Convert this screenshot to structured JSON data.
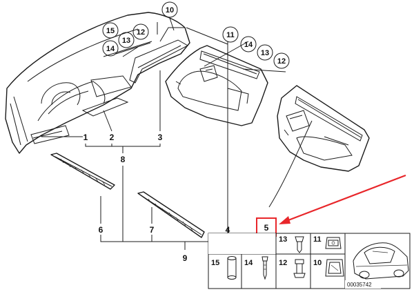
{
  "diagram_id": "00035742",
  "callouts": {
    "c1": "1",
    "c2": "2",
    "c3": "3",
    "c4": "4",
    "c5": "5",
    "c6": "6",
    "c7": "7",
    "c8": "8",
    "c9": "9",
    "top10": "10",
    "dash15": "15",
    "dash12": "12",
    "dash14": "14",
    "dash13": "13",
    "door11": "11",
    "door14": "14",
    "door13": "13",
    "door12": "12"
  },
  "table": {
    "cells": [
      {
        "num": "13"
      },
      {
        "num": "11"
      },
      {
        "num": "15"
      },
      {
        "num": "14"
      },
      {
        "num": "12"
      },
      {
        "num": "10"
      }
    ]
  },
  "colors": {
    "highlight": "#e8262a",
    "line": "#1a1a1a"
  }
}
